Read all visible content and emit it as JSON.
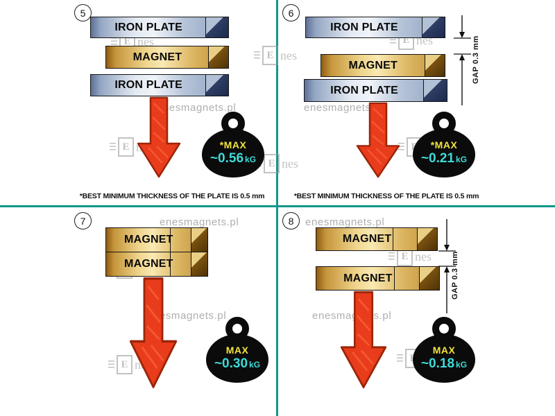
{
  "watermark": {
    "text": "enesmagnets.pl",
    "logo_e": "E",
    "logo_nes": "nes"
  },
  "colors": {
    "divider_teal": "#12978a",
    "arrow_red": "#e83c1c",
    "max_yellow": "#f2e43c",
    "value_cyan": "#3cdcd8",
    "iron_steel": "#93a6c2",
    "magnet_gold": "#e0bc6a"
  },
  "panels": {
    "p5": {
      "number": "5",
      "layers": {
        "top": "IRON PLATE",
        "middle": "MAGNET",
        "bottom": "IRON PLATE"
      },
      "weight": {
        "max": "*MAX",
        "value": "~0.56",
        "unit": "kG"
      },
      "footnote": "*BEST MINIMUM THICKNESS OF THE PLATE IS 0.5 mm"
    },
    "p6": {
      "number": "6",
      "layers": {
        "top": "IRON PLATE",
        "middle": "MAGNET",
        "bottom": "IRON PLATE"
      },
      "gap_label": "GAP  0.3 mm",
      "weight": {
        "max": "*MAX",
        "value": "~0.21",
        "unit": "kG"
      },
      "footnote": "*BEST MINIMUM THICKNESS OF THE PLATE IS 0.5 mm"
    },
    "p7": {
      "number": "7",
      "layers": {
        "top": "MAGNET",
        "bottom": "MAGNET"
      },
      "weight": {
        "max": "MAX",
        "value": "~0.30",
        "unit": "kG"
      }
    },
    "p8": {
      "number": "8",
      "layers": {
        "top": "MAGNET",
        "bottom": "MAGNET"
      },
      "gap_label": "GAP  0.3 mm",
      "weight": {
        "max": "MAX",
        "value": "~0.18",
        "unit": "kG"
      }
    }
  }
}
